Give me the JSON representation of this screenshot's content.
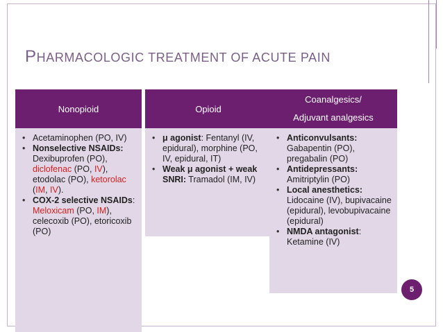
{
  "slide": {
    "title": {
      "first_letter": "P",
      "rest": "HARMACOLOGIC TREATMENT OF ACUTE PAIN"
    },
    "page_number": "5"
  },
  "columns": [
    {
      "header": "Nonopioid",
      "items": [
        {
          "segments": [
            {
              "text": "Acetaminophen (PO, IV)"
            }
          ]
        },
        {
          "segments": [
            {
              "text": "Nonselective NSAIDs:",
              "bold": true
            },
            {
              "text": " Dexibuprofen (PO), "
            },
            {
              "text": "diclofenac",
              "red": true
            },
            {
              "text": " (PO, "
            },
            {
              "text": "IV",
              "red": true
            },
            {
              "text": "), etodolac (PO), "
            },
            {
              "text": "ketorolac",
              "red": true
            },
            {
              "text": " ("
            },
            {
              "text": "IM",
              "red": true
            },
            {
              "text": ", "
            },
            {
              "text": "IV",
              "red": true
            },
            {
              "text": ")."
            }
          ]
        },
        {
          "segments": [
            {
              "text": "COX-2 selective NSAIDs",
              "bold": true
            },
            {
              "text": ": "
            },
            {
              "text": "Meloxicam",
              "red": true
            },
            {
              "text": " (PO, "
            },
            {
              "text": "IM",
              "red": true
            },
            {
              "text": "), celecoxib (PO), etoricoxib (PO)"
            }
          ]
        }
      ]
    },
    {
      "header": "Opioid",
      "items": [
        {
          "segments": [
            {
              "text": "μ agonist",
              "bold": true
            },
            {
              "text": ": Fentanyl (IV, epidural), morphine (PO, IV, epidural, IT)"
            }
          ]
        },
        {
          "segments": [
            {
              "text": "Weak μ agonist + weak SNRI:",
              "bold": true
            },
            {
              "text": " Tramadol (IM, IV)"
            }
          ]
        }
      ]
    },
    {
      "header": "Coanalgesics/ Adjuvant analgesics",
      "header_lines": [
        "Coanalgesics/",
        "Adjuvant analgesics"
      ],
      "items": [
        {
          "segments": [
            {
              "text": "Anticonvulsants:",
              "bold": true
            },
            {
              "text": " Gabapentin (PO), pregabalin (PO)"
            }
          ]
        },
        {
          "segments": [
            {
              "text": "Antidepressants:",
              "bold": true
            },
            {
              "text": " Amitriptylin (PO)"
            }
          ]
        },
        {
          "segments": [
            {
              "text": "Local anesthetics:",
              "bold": true
            },
            {
              "text": " Lidocaine (IV), bupivacaine (epidural), levobupivacaine (epidural)"
            }
          ]
        },
        {
          "segments": [
            {
              "text": "NMDA antagonist",
              "bold": true
            },
            {
              "text": ": Ketamine (IV)"
            }
          ]
        }
      ]
    }
  ],
  "colors": {
    "accent": "#6b1f6e",
    "panel": "#e2d7e6",
    "title": "#7a5f86",
    "highlight": "#d02020"
  }
}
